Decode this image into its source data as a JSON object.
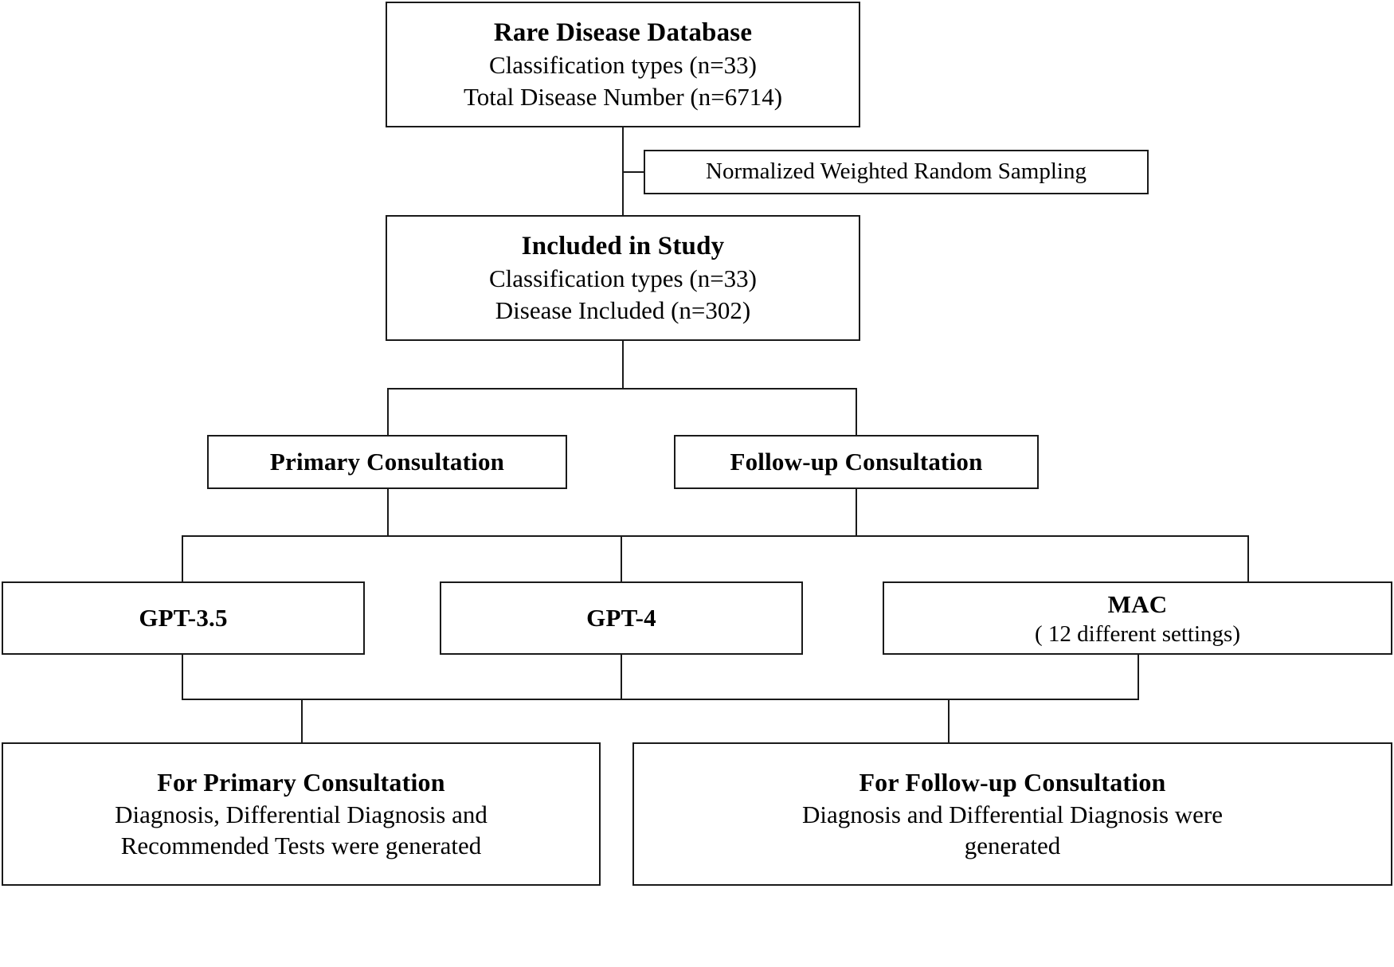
{
  "figure": {
    "type": "flowchart",
    "orientation": "top-down",
    "line_color": "#1a1a1a",
    "background": "#ffffff"
  },
  "nodes": {
    "database": {
      "title": "Rare Disease Database",
      "line1": "Classification types (n=33)",
      "line2": "Total Disease Number (n=6714)"
    },
    "sampling": {
      "label": "Normalized Weighted Random Sampling"
    },
    "included": {
      "title": "Included in Study",
      "line1": "Classification types (n=33)",
      "line2": "Disease Included (n=302)"
    },
    "primary_consultation": {
      "title": "Primary Consultation"
    },
    "followup_consultation": {
      "title": "Follow-up Consultation"
    },
    "gpt35": {
      "title": "GPT-3.5"
    },
    "gpt4": {
      "title": "GPT-4"
    },
    "mac": {
      "title": "MAC",
      "subtitle": "( 12 different settings)"
    },
    "output_primary": {
      "title": "For Primary Consultation",
      "line1": "Diagnosis, Differential Diagnosis and",
      "line2": "Recommended Tests were generated"
    },
    "output_followup": {
      "title": "For Follow-up Consultation",
      "line1": "Diagnosis and Differential Diagnosis were",
      "line2": "generated"
    }
  }
}
